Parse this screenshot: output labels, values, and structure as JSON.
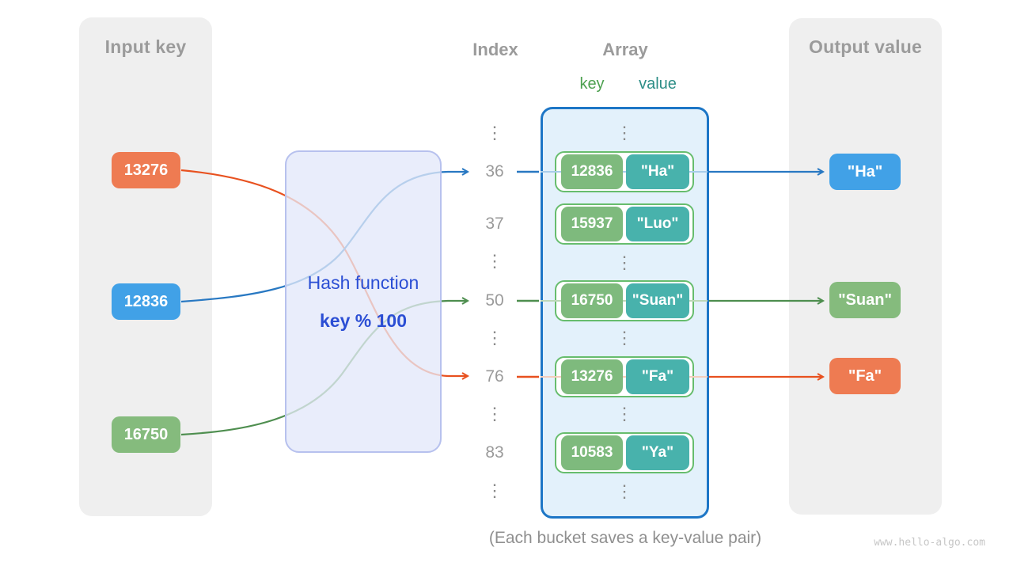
{
  "input_panel": {
    "title": "Input key",
    "keys": [
      {
        "label": "13276",
        "color": "#ee7b52"
      },
      {
        "label": "12836",
        "color": "#41a1e7"
      },
      {
        "label": "16750",
        "color": "#85bb7d"
      }
    ]
  },
  "hash_box": {
    "title": "Hash function",
    "formula": "key % 100"
  },
  "index_column": {
    "title": "Index",
    "items": [
      "⋮",
      "36",
      "37",
      "⋮",
      "50",
      "⋮",
      "76",
      "⋮",
      "83",
      "⋮"
    ]
  },
  "array_panel": {
    "title": "Array",
    "key_header": "key",
    "value_header": "value",
    "ellipsis": "⋮",
    "buckets": [
      {
        "key": "12836",
        "value": "\"Ha\""
      },
      {
        "key": "15937",
        "value": "\"Luo\""
      },
      {
        "key": "16750",
        "value": "\"Suan\""
      },
      {
        "key": "13276",
        "value": "\"Fa\""
      },
      {
        "key": "10583",
        "value": "\"Ya\""
      }
    ]
  },
  "output_panel": {
    "title": "Output value",
    "values": [
      {
        "label": "\"Ha\"",
        "color": "#41a1e7"
      },
      {
        "label": "\"Suan\"",
        "color": "#85bb7d"
      },
      {
        "label": "\"Fa\"",
        "color": "#ee7b52"
      }
    ]
  },
  "caption": "(Each bucket saves a key-value pair)",
  "watermark": "www.hello-algo.com",
  "colors": {
    "arrow_blue": "#2878c2",
    "arrow_green": "#4e8e4f",
    "arrow_orange": "#e8511f",
    "key_cell_green": "#7eba7d",
    "value_cell_teal": "#48b2ac",
    "array_border_blue": "#1d76c6",
    "hash_text_blue": "#2b4ed4",
    "key_header_green": "#4ca04f",
    "value_header_teal": "#2d8e87"
  }
}
